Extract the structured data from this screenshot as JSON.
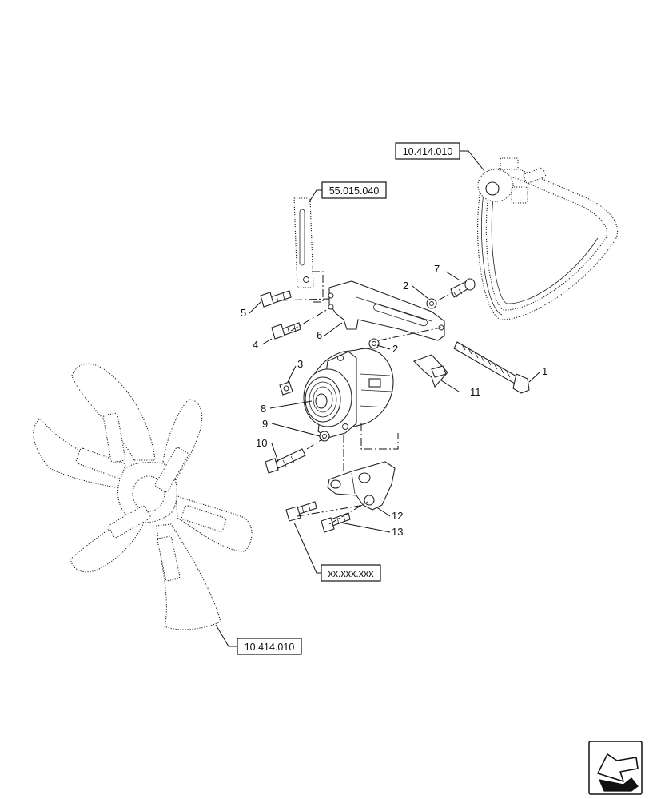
{
  "references": {
    "belt_ref": "10.414.010",
    "support_ref": "55.015.040",
    "fan_ref": "10.414.010",
    "bolt_ref": "xx.xxx.xxx"
  },
  "callouts": {
    "c1": "1",
    "c2a": "2",
    "c2b": "2",
    "c3": "3",
    "c4": "4",
    "c5": "5",
    "c6": "6",
    "c7": "7",
    "c8": "8",
    "c9": "9",
    "c10": "10",
    "c11": "11",
    "c12": "12",
    "c13": "13"
  },
  "icons": {
    "nav": "arrow-navigation-icon"
  }
}
